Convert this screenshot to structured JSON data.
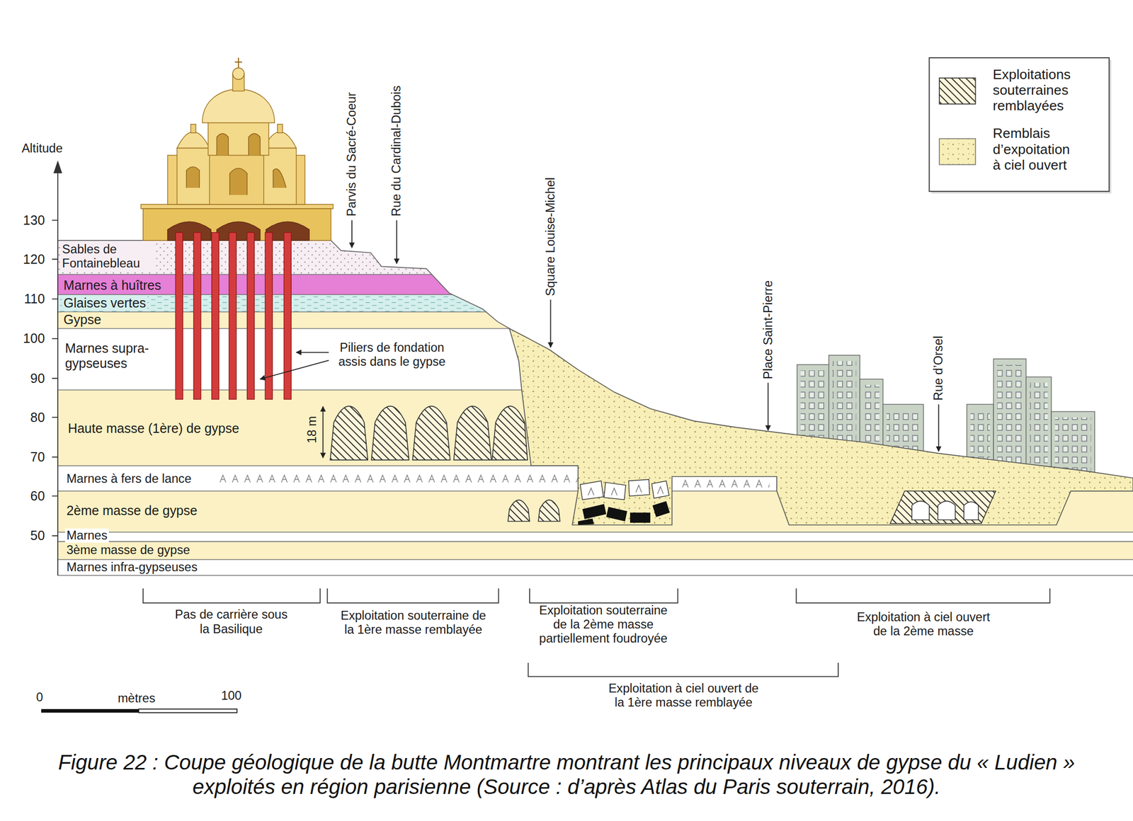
{
  "diagram": {
    "caption": "Figure 22 : Coupe géologique de la butte Montmartre montrant les principaux niveaux de gypse du « Ludien » exploités en région parisienne (Source : d’après Atlas du Paris souterrain, 2016).",
    "labels": [
      "Altitude",
      "130",
      "120",
      "110",
      "100",
      "90",
      "80",
      "70",
      "60",
      "50",
      "Sables de Fontainebleau",
      "Marnes à huîtres",
      "Glaises vertes",
      "Gypse",
      "Marnes supra-gypseuses",
      "Haute masse (1ère) de gypse",
      "Marnes à fers de lance",
      "2ème masse de gypse",
      "Marnes",
      "3ème masse de gypse",
      "Marnes infra-gypseuses",
      "Parvis du Sacré-Coeur",
      "Rue du Cardinal-Dubois",
      "Square Louise-Michel",
      "Place Saint-Pierre",
      "Rue d’Orsel",
      "Piliers de fondation assis dans le gypse",
      "18 m",
      "Pas de carrière sous la Basilique",
      "Exploitation souterraine de la 1ère masse remblayée",
      "Exploitation souterraine de la 2ème masse partiellement foudroyée",
      "Exploitation à ciel ouvert de la 2ème masse",
      "Exploitation à ciel ouvert de la 1ère masse remblayée",
      "0",
      "mètres",
      "100"
    ],
    "legend": [
      {
        "text": "Exploitations souterraines remblayées"
      },
      {
        "text": "Remblais d’expoitation à ciel ouvert"
      }
    ]
  }
}
